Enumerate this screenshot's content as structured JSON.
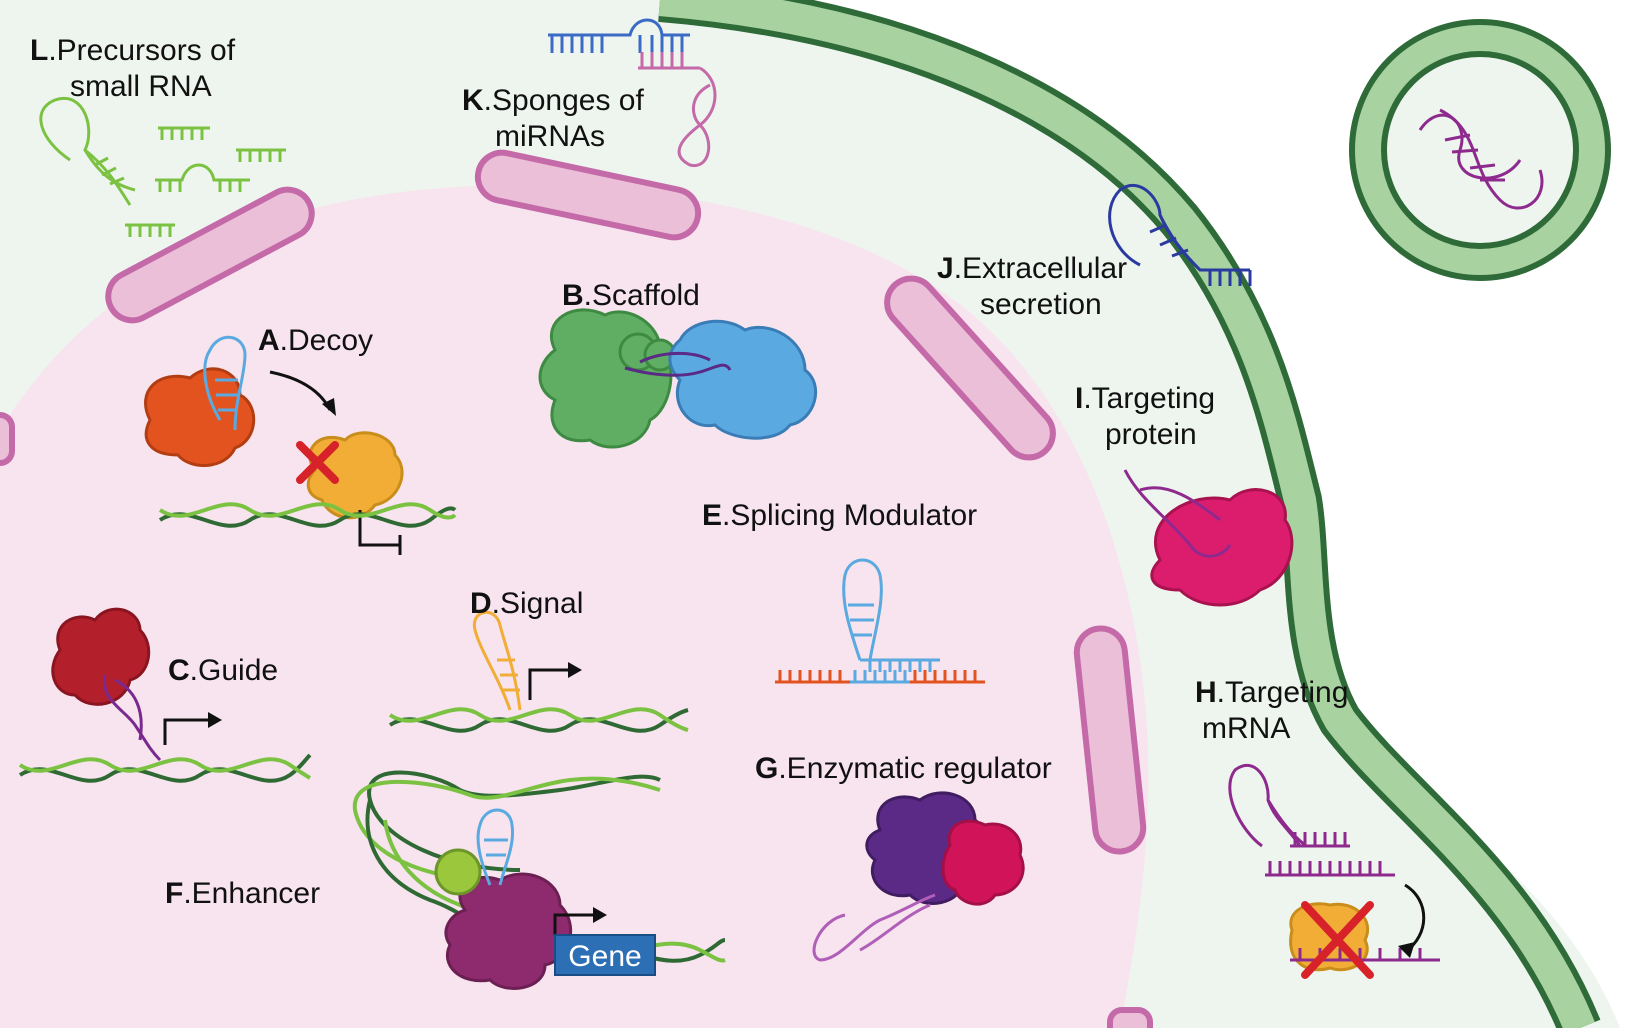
{
  "labels": {
    "L": {
      "letter": "L",
      "line1": ".Precursors of",
      "line2": "small RNA"
    },
    "K": {
      "letter": "K",
      "line1": ".Sponges of",
      "line2": "miRNAs"
    },
    "J": {
      "letter": "J",
      "line1": ".Extracellular",
      "line2": "secretion"
    },
    "I": {
      "letter": "I",
      "line1": ".Targeting",
      "line2": "protein"
    },
    "H": {
      "letter": "H",
      "line1": ".Targeting",
      "line2": "mRNA"
    },
    "A": {
      "letter": "A",
      "line1": ".Decoy"
    },
    "B": {
      "letter": "B",
      "line1": ".Scaffold"
    },
    "C": {
      "letter": "C",
      "line1": ".Guide"
    },
    "D": {
      "letter": "D",
      "line1": ".Signal"
    },
    "E": {
      "letter": "E",
      "line1": ".Splicing Modulator"
    },
    "F": {
      "letter": "F",
      "line1": ".Enhancer"
    },
    "G": {
      "letter": "G",
      "line1": ".Enzymatic regulator"
    }
  },
  "gene_box": {
    "label": "Gene"
  },
  "colors": {
    "cytoplasm": "#eef5ef",
    "nucleus": "#f7e4ee",
    "nuclear_pore": "#ebbfd8",
    "nuclear_pore_edge": "#c46aa8",
    "membrane": "#a8d2a0",
    "membrane_edge": "#2e6b38",
    "dna_dark": "#2f6a35",
    "dna_light": "#7cc242",
    "rna_blue": "#5aa9e0",
    "rna_purple": "#7a2a8e",
    "protein_orange": "#e2531f",
    "protein_yellow": "#f1ad35",
    "protein_green": "#5fae63",
    "protein_blue": "#5aa9e0",
    "protein_red": "#b41f2c",
    "protein_magenta": "#dc1d6e",
    "protein_plum": "#8e2a6e",
    "protein_violet": "#5b2a86",
    "cross_red": "#d7222a",
    "gene_blue": "#2d6fb5"
  }
}
